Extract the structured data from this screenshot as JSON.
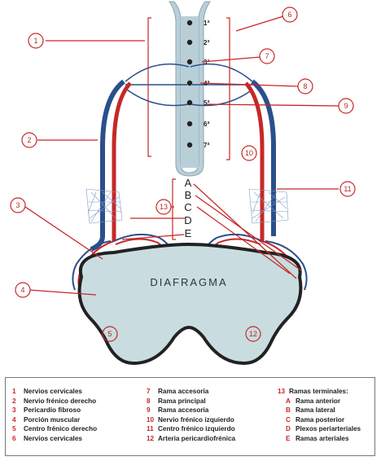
{
  "diagram": {
    "levels": [
      "1ª",
      "2ª",
      "3ª",
      "4ª",
      "5ª",
      "6ª",
      "7ª"
    ],
    "letters": [
      "A",
      "B",
      "C",
      "D",
      "E"
    ],
    "diaphragm_label": "DIAFRAGMA",
    "callouts": [
      "1",
      "2",
      "3",
      "4",
      "5",
      "6",
      "7",
      "8",
      "9",
      "10",
      "11",
      "12",
      "13"
    ]
  },
  "legend": {
    "col1": [
      {
        "num": "1",
        "label": "Nervios cervicales"
      },
      {
        "num": "2",
        "label": "Nervio frénico derecho"
      },
      {
        "num": "3",
        "label": "Pericardio fibroso"
      },
      {
        "num": "4",
        "label": "Porción muscular"
      },
      {
        "num": "5",
        "label": "Centro frénico derecho"
      },
      {
        "num": "6",
        "label": "Nervios cervicales"
      }
    ],
    "col2": [
      {
        "num": "7",
        "label": "Rama accesoria"
      },
      {
        "num": "8",
        "label": "Rama principal"
      },
      {
        "num": "9",
        "label": "Rama accesoria"
      },
      {
        "num": "10",
        "label": "Nervio frénico izquierdo"
      },
      {
        "num": "11",
        "label": "Centro frénico izquierdo"
      },
      {
        "num": "12",
        "label": "Arteria pericardiofrénica"
      }
    ],
    "col3_head": {
      "num": "13",
      "label": "Ramas terminales:"
    },
    "col3_sub": [
      {
        "letter": "A",
        "label": "Rama anterior"
      },
      {
        "letter": "B",
        "label": "Rama lateral"
      },
      {
        "letter": "C",
        "label": "Rama posterior"
      },
      {
        "letter": "D",
        "label": "Plexos periarteriales"
      },
      {
        "letter": "E",
        "label": "Ramas arteriales"
      }
    ]
  },
  "colors": {
    "nerve_red": "#c62828",
    "vessel_blue": "#2b4f8c",
    "diaphragm_fill": "#c9dde0",
    "spine_fill": "#b9cfd8"
  }
}
